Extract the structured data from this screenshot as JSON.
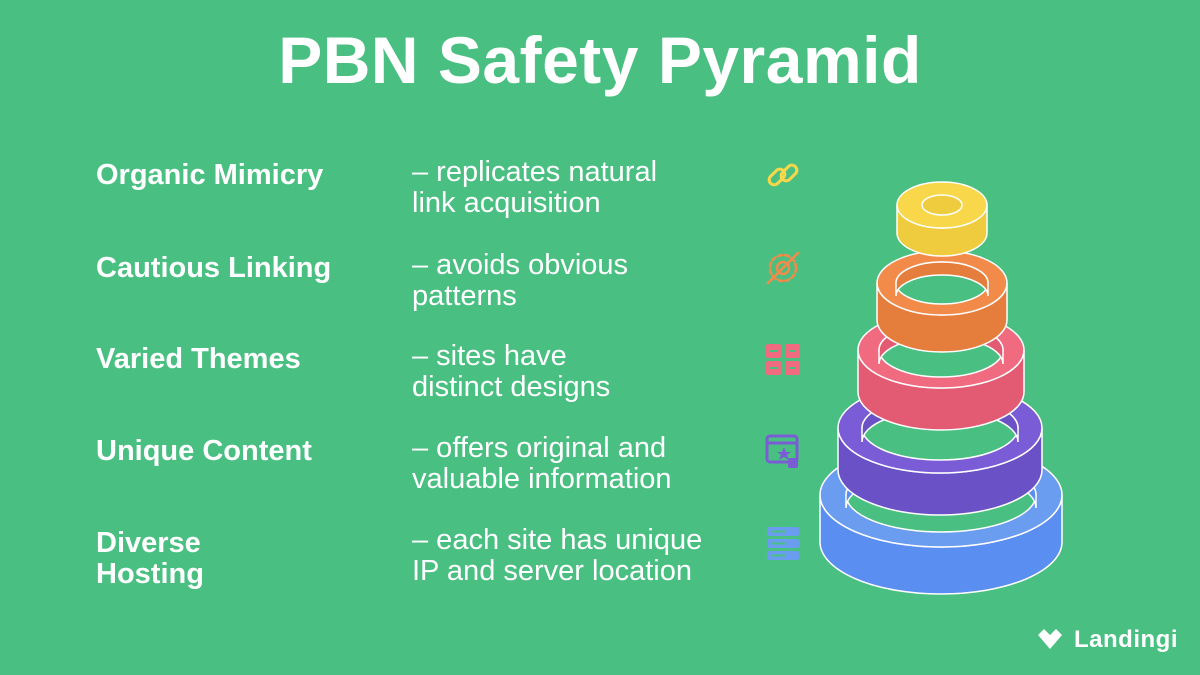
{
  "title": "PBN Safety Pyramid",
  "items": [
    {
      "term": "Organic Mimicry",
      "desc": "– replicates natural\nlink acquisition",
      "icon": "link-icon",
      "color": "#f8d84a"
    },
    {
      "term": "Cautious Linking",
      "desc": "– avoids obvious\npatterns",
      "icon": "target-crossed-icon",
      "color": "#f28b4a"
    },
    {
      "term": "Varied Themes",
      "desc": "– sites have\ndistinct designs",
      "icon": "layout-grid-icon",
      "color": "#f06a80"
    },
    {
      "term": "Unique Content",
      "desc": "– offers original and\nvaluable information",
      "icon": "browser-star-icon",
      "color": "#7a5cd6"
    },
    {
      "term": "Diverse\nHosting",
      "desc": "– each site has unique\n IP and server location",
      "icon": "server-icon",
      "color": "#6a9cf0"
    }
  ],
  "brand": {
    "name": "Landingi"
  }
}
